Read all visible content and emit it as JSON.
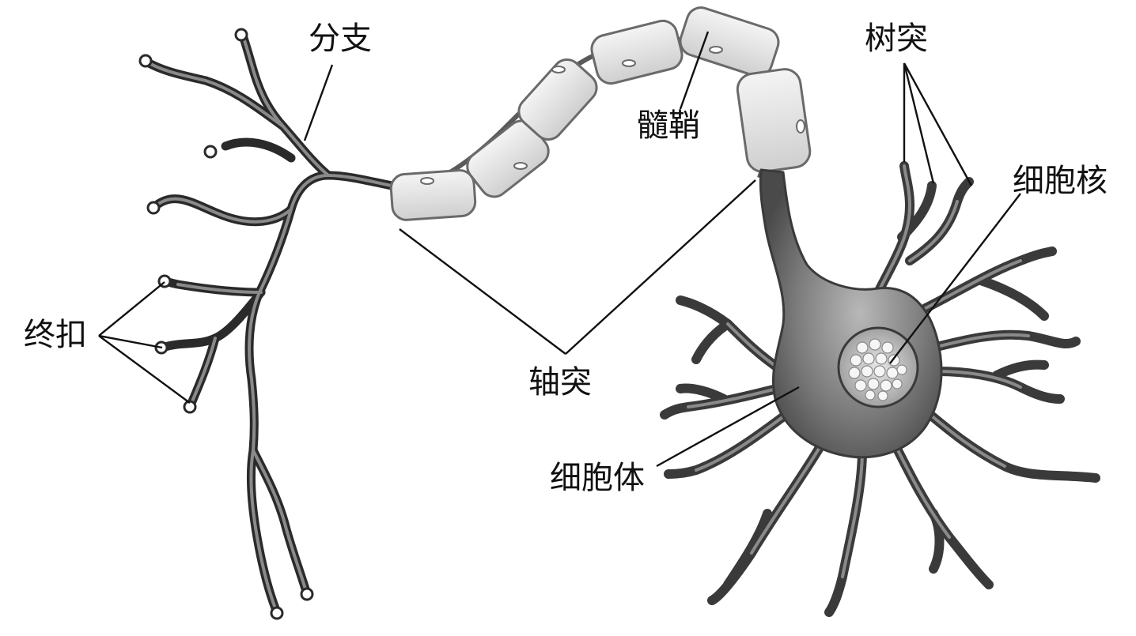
{
  "labels": {
    "branch": "分支",
    "myelin": "髓鞘",
    "dendrite": "树突",
    "nucleus": "细胞核",
    "terminal": "终扣",
    "axon": "轴突",
    "cell_body": "细胞体"
  },
  "colors": {
    "neuron_dark": "#4a4a4a",
    "neuron_mid": "#8a8a8a",
    "myelin_fill": "#e6e6e6",
    "line": "#111111"
  }
}
